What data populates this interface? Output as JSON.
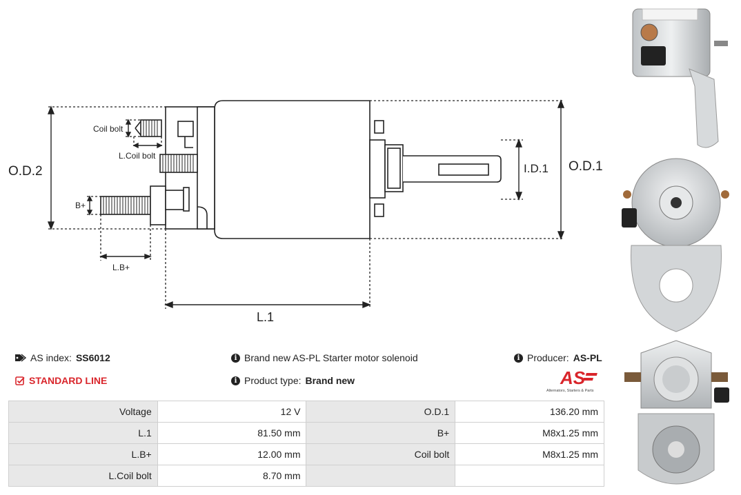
{
  "diagram": {
    "labels": {
      "od2": "O.D.2",
      "od1": "O.D.1",
      "id1": "I.D.1",
      "l1": "L.1",
      "lb": "L.B+",
      "bplus": "B+",
      "coil_bolt": "Coil bolt",
      "l_coil_bolt": "L.Coil bolt"
    }
  },
  "info": {
    "as_index_label": "AS index:",
    "as_index_value": "SS6012",
    "standard_line": "STANDARD LINE",
    "description": "Brand new AS-PL Starter motor solenoid",
    "product_type_label": "Product type:",
    "product_type_value": "Brand new",
    "producer_label": "Producer:",
    "producer_value": "AS-PL"
  },
  "logo": {
    "mark": "AS",
    "tagline": "Alternators, Starters & Parts",
    "color": "#d9252b"
  },
  "specs": [
    {
      "l1": "Voltage",
      "v1": "12 V",
      "l2": "O.D.1",
      "v2": "136.20 mm"
    },
    {
      "l1": "L.1",
      "v1": "81.50 mm",
      "l2": "B+",
      "v2": "M8x1.25 mm"
    },
    {
      "l1": "L.B+",
      "v1": "12.00 mm",
      "l2": "Coil bolt",
      "v2": "M8x1.25 mm"
    },
    {
      "l1": "L.Coil bolt",
      "v1": "8.70 mm",
      "l2": "",
      "v2": ""
    }
  ]
}
